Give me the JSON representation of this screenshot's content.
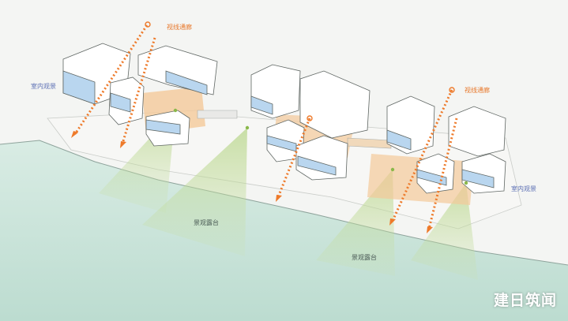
{
  "labels": {
    "sightline_top": "视线通廊",
    "sightline_right": "视线通廊",
    "indoor_view_left": "室内观景",
    "indoor_view_right": "室内观景",
    "terrace_left": "景观露台",
    "terrace_right": "景观露台"
  },
  "watermark": "建日筑闻",
  "colors": {
    "water": "#cfe6dc",
    "sightline": "#ee7a2a",
    "terrace": "#f4c99a",
    "glass": "#b9d6ef",
    "view_cone": "#c9dfa2",
    "label_blue": "#5b6fb4",
    "label_orange": "#e8792c"
  }
}
